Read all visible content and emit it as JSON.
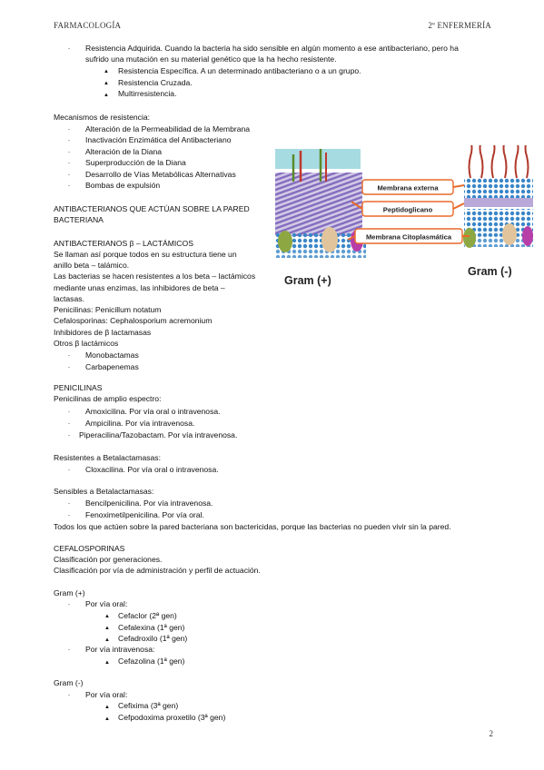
{
  "header": {
    "left": "FARMACOLOGÍA",
    "right": "2º ENFERMERÍA"
  },
  "page_number": "2",
  "intro": {
    "l1": "Resistencia Adquirida. Cuando la bacteria ha sido sensible en algún momento a ese antibacteriano, pero ha",
    "l2": "sufrido una mutación en su material genético que la ha hecho resistente.",
    "sub": [
      "Resistencia Específica. A un determinado antibacteriano o a un grupo.",
      "Resistencia Cruzada.",
      "Multirresistencia."
    ]
  },
  "mecanismos": {
    "title": "Mecanismos de resistencia:",
    "items": [
      "Alteración de la Permeabilidad de la Membrana",
      "Inactivación Enzimática del Antibacteriano",
      "Alteración de la Diana",
      "Superproducción de la Diana",
      "Desarrollo de Vías Metabólicas Alternativas",
      "Bombas de expulsión"
    ]
  },
  "pared": {
    "l1": "ANTIBACTERIANOS QUE ACTÚAN SOBRE LA PARED",
    "l2": "BACTERIANA"
  },
  "betalact": {
    "title": "ANTIBACTERIANOS β – LACTÁMICOS",
    "lines": [
      "Se llaman así porque todos en su estructura tiene un",
      "anillo beta – talámico.",
      "Las bacterias se hacen resistentes a los beta – lactámicos",
      "mediante unas enzimas, las inhibidores de beta –",
      "lactasas.",
      "Penicilinas: Penicillum notatum",
      "Cefalosporinas: Cephalosporium acremonium",
      "Inhibidores de β lactamasas",
      "Otros β lactámicos"
    ],
    "items": [
      "Monobactamas",
      "Carbapenemas"
    ]
  },
  "figure": {
    "membrana_externa": "Membrana externa",
    "peptidoglicano": "Peptidoglicano",
    "membrana_citoplasmatica": "Membrana Citoplasmática",
    "gram_pos": "Gram (+)",
    "gram_neg": "Gram (-)"
  },
  "penicilinas": {
    "title": "PENICILINAS",
    "subtitle": "Penicilinas de amplio espectro:",
    "items": [
      "Amoxicilina. Por vía oral o intravenosa.",
      "Ampicilina. Por vía intravenosa.",
      "Piperacilina/Tazobactam. Por vía intravenosa."
    ],
    "resist_title": "Resistentes a Betalactamasas:",
    "resist_items": [
      "Cloxacilina. Por vía oral o intravenosa."
    ],
    "sens_title": "Sensibles a Betalactamasas:",
    "sens_items": [
      "Bencilpenicilina. Por vía intravenosa.",
      "Fenoximetilpenicilina. Por vía oral."
    ],
    "note": "Todos los que actúen sobre la pared bacteriana son bactericidas, porque las bacterias no pueden vivir sin la pared."
  },
  "cefalo": {
    "title": "CEFALOSPORINAS",
    "l1": "Clasificación por generaciones.",
    "l2": "Clasificación por vía de administración y perfil de actuación.",
    "gpos": "Gram (+)",
    "oral": "Por vía oral:",
    "gpos_oral": [
      "Cefaclor (2ª gen)",
      "Cefalexina (1ª gen)",
      "Cefadroxilo (1ª gen)"
    ],
    "iv": "Por vía intravenosa:",
    "gpos_iv": [
      "Cefazolina (1ª gen)"
    ],
    "gneg": "Gram (-)",
    "gneg_oral_label": "Por vía oral:",
    "gneg_oral": [
      "Cefixima (3ª gen)",
      "Cefpodoxima proxetilo (3ª gen)"
    ]
  }
}
